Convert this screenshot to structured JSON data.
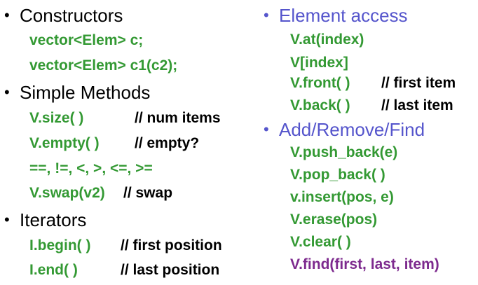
{
  "left": {
    "constructors": {
      "heading": "Constructors",
      "items": [
        "vector<Elem> c;",
        "vector<Elem> c1(c2);"
      ]
    },
    "simple_methods": {
      "heading": "Simple Methods",
      "items": [
        {
          "code": "V.size( )",
          "comment": "// num items"
        },
        {
          "code": "V.empty( )",
          "comment": "// empty?"
        },
        {
          "code": "==, !=, <, >, <=, >=",
          "comment": ""
        },
        {
          "code": "V.swap(v2)",
          "comment": "// swap"
        }
      ]
    },
    "iterators": {
      "heading": "Iterators",
      "items": [
        {
          "code": "I.begin( )",
          "comment": "// first position"
        },
        {
          "code": "I.end( )",
          "comment": "// last position"
        }
      ]
    }
  },
  "right": {
    "element_access": {
      "heading": "Element access",
      "items": [
        {
          "code": "V.at(index)",
          "comment": ""
        },
        {
          "code": "V[index]",
          "comment": ""
        },
        {
          "code": "V.front( )",
          "comment": "// first item"
        },
        {
          "code": "V.back( )",
          "comment": "// last item"
        }
      ]
    },
    "add_remove_find": {
      "heading": "Add/Remove/Find",
      "items": [
        "V.push_back(e)",
        "V.pop_back( )",
        "v.insert(pos, e)",
        "V.erase(pos)",
        "V.clear( )",
        "V.find(first, last, item)"
      ]
    }
  },
  "colors": {
    "code_green": "#339933",
    "heading_blue": "#5555cc",
    "find_purple": "#7d2a8e",
    "text_black": "#000000"
  }
}
